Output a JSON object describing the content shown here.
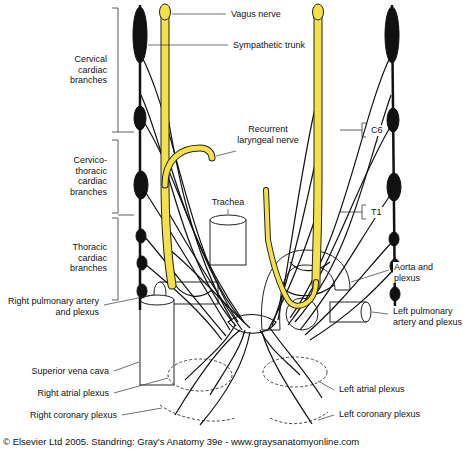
{
  "diagram": {
    "labels": [
      "Vagus nerve",
      "Cervical cardiac branches",
      "Sympathetic trunk",
      "Recurrent laryngeal nerve",
      "C6",
      "Cervico-thoracic cardiac branches",
      "Trachea",
      "T1",
      "Thoracic cardiac branches",
      "Aorta and plexus",
      "Right pulmonary artery and plexus",
      "Left pulmonary artery and plexus",
      "Superior vena cava",
      "Right atrial plexus",
      "Left atrial plexus",
      "Right coronary plexus",
      "Left coronary plexus",
      "© Elsevier Ltd 2005. Standring: Gray's Anatomy 39e - www.graysanatomyonline.com"
    ]
  }
}
